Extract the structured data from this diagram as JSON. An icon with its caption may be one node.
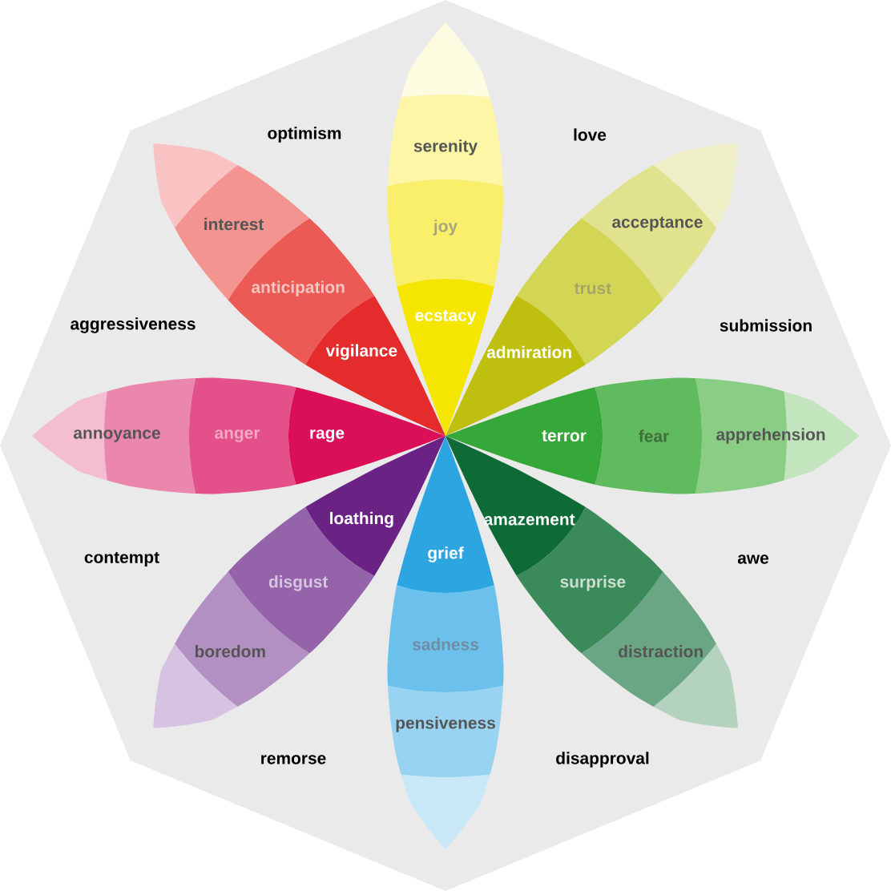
{
  "diagram": {
    "nodes": [
      {
        "text": [
          "serenity"
        ]
      },
      {
        "text": [
          "joy"
        ]
      },
      {
        "text": [
          "ecstacy"
        ]
      },
      {
        "text": [
          "acceptance"
        ]
      },
      {
        "text": [
          "trust"
        ]
      },
      {
        "text": [
          "admiration"
        ]
      },
      {
        "text": [
          "apprehension"
        ]
      },
      {
        "text": [
          "fear"
        ]
      },
      {
        "text": [
          "terror"
        ]
      },
      {
        "text": [
          "distraction"
        ]
      },
      {
        "text": [
          "surprise"
        ]
      },
      {
        "text": [
          "amazement"
        ]
      },
      {
        "text": [
          "pensiveness"
        ]
      },
      {
        "text": [
          "sadness"
        ]
      },
      {
        "text": [
          "grief"
        ]
      },
      {
        "text": [
          "boredom"
        ]
      },
      {
        "text": [
          "disgust"
        ]
      },
      {
        "text": [
          "loathing"
        ]
      },
      {
        "text": [
          "annoyance"
        ]
      },
      {
        "text": [
          "anger"
        ]
      },
      {
        "text": [
          "rage"
        ]
      },
      {
        "text": [
          "interest"
        ]
      },
      {
        "text": [
          "anticipation"
        ]
      },
      {
        "text": [
          "vigilance"
        ]
      }
    ],
    "labels": [
      "optimism",
      "love",
      "aggressiveness",
      "submission",
      "contempt",
      "awe",
      "remorse",
      "disapproval"
    ]
  }
}
